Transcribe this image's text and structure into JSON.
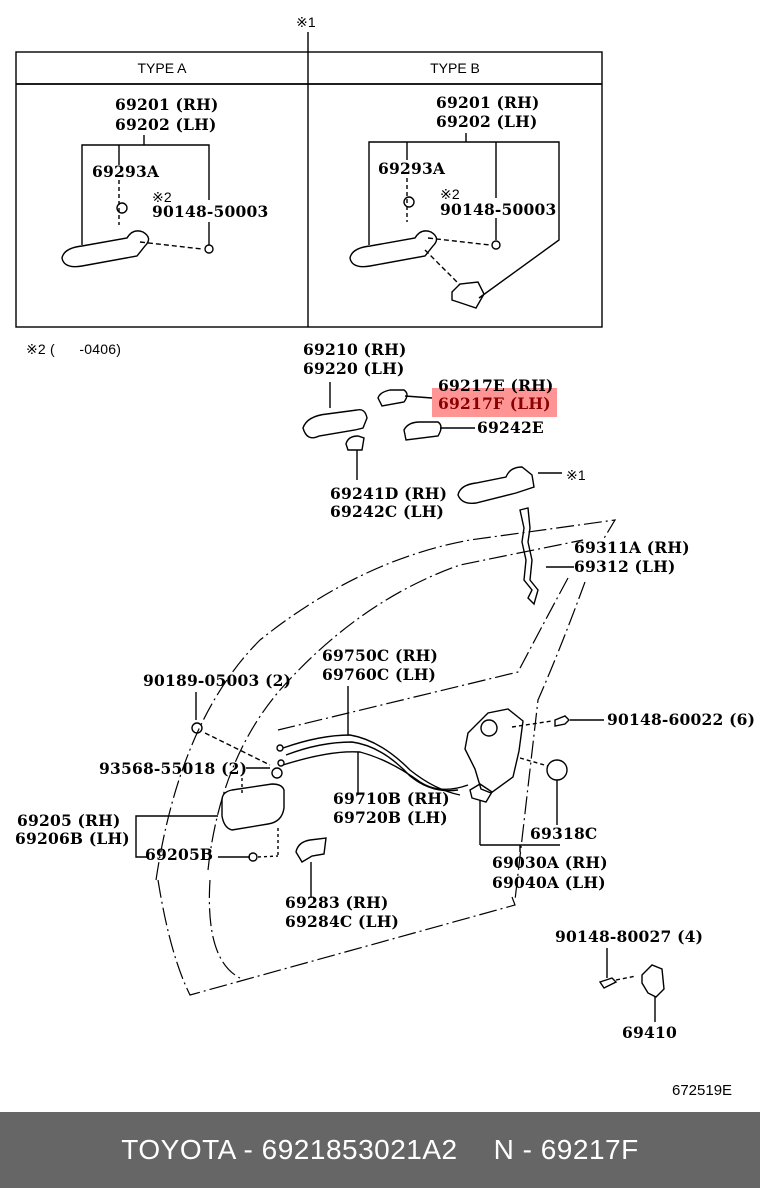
{
  "diagram": {
    "top_note": "※1",
    "types": [
      {
        "header": "TYPE A",
        "assembly_rh": "69201 (RH)",
        "assembly_lh": "69202 (LH)",
        "part_clip": "69293A",
        "note_mark": "※2",
        "part_screw": "90148-50003"
      },
      {
        "header": "TYPE B",
        "assembly_rh": "69201 (RH)",
        "assembly_lh": "69202 (LH)",
        "part_clip": "69293A",
        "note_mark": "※2",
        "part_screw": "90148-50003"
      }
    ],
    "footnote": "※2 (      -0406)",
    "labels": {
      "handle_rh": "69210 (RH)",
      "handle_lh": "69220 (LH)",
      "cover_rh": "69217E (RH)",
      "cover_lh": "69217F (LH)",
      "pad": "69242E",
      "pad2_rh": "69241D (RH)",
      "pad2_lh": "69242C (LH)",
      "frame_note": "※1",
      "rod_rh": "69311A (RH)",
      "rod_lh": "69312 (LH)",
      "cable1_rh": "69750C (RH)",
      "cable1_lh": "69760C (LH)",
      "clip_bolt": "90189-05003 (2)",
      "screw_small": "93568-55018 (2)",
      "inner_handle_rh": "69205 (RH)",
      "inner_handle_lh": "69206B (LH)",
      "inner_screw": "69205B",
      "cable2_rh": "69710B (RH)",
      "cable2_lh": "69720B (LH)",
      "lock_screw": "90148-60022 (6)",
      "cover_round": "69318C",
      "lock_rh": "69030A (RH)",
      "lock_lh": "69040A (LH)",
      "bezel_rh": "69283 (RH)",
      "bezel_lh": "69284C (LH)",
      "striker_screw": "90148-80027 (4)",
      "striker": "69410",
      "diagram_code": "672519E"
    },
    "highlight_color": "#ff3c3c"
  },
  "footer": {
    "brand_part": "TOYOTA - 6921853021A2",
    "ref_part": "N - 69217F",
    "background": "#666666"
  }
}
